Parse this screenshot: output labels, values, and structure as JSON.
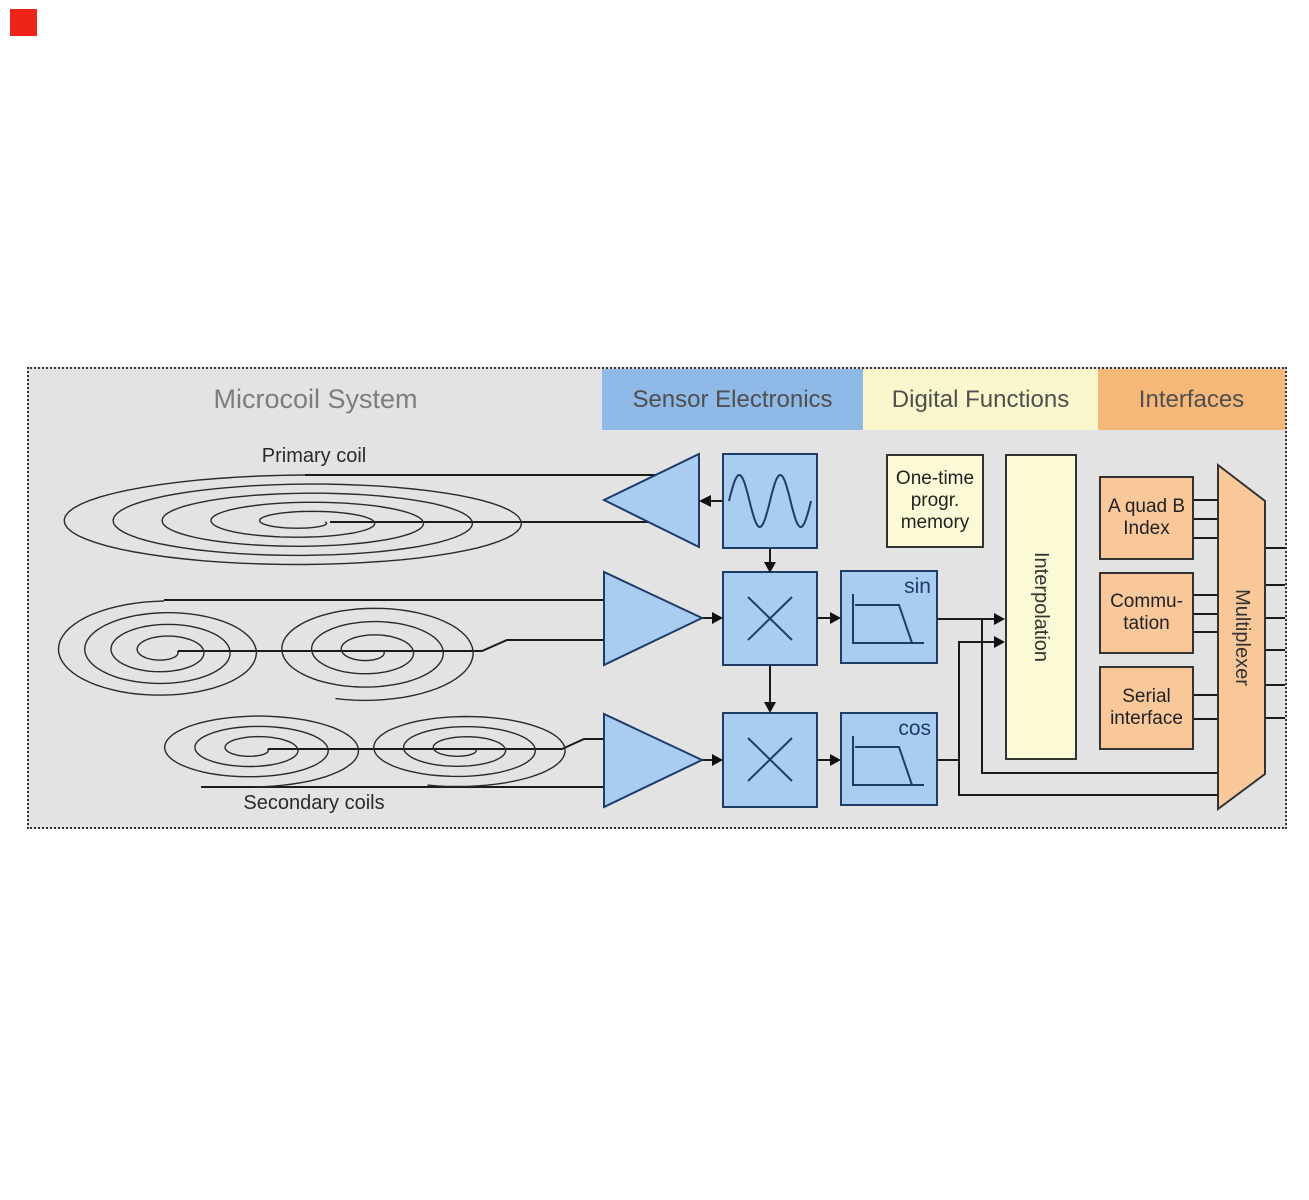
{
  "marker": {
    "color": "#ee2418"
  },
  "diagram": {
    "background": "#e3e3e3",
    "header": {
      "sections": [
        {
          "label": "Microcoil System"
        },
        {
          "label": "Sensor Electronics"
        },
        {
          "label": "Digital Functions"
        },
        {
          "label": "Interfaces"
        }
      ]
    },
    "coil_labels": {
      "primary": "Primary coil",
      "secondary": "Secondary coils"
    },
    "blocks": {
      "memory": {
        "lines": [
          "One-time",
          "progr.",
          "memory"
        ]
      },
      "interpolation": {
        "label": "Interpolation"
      },
      "sin_filter": {
        "label": "sin"
      },
      "cos_filter": {
        "label": "cos"
      },
      "a_quad_b": {
        "lines": [
          "A quad B",
          "Index"
        ]
      },
      "commutation": {
        "lines": [
          "Commu-",
          "tation"
        ]
      },
      "serial_interface": {
        "lines": [
          "Serial",
          "interface"
        ]
      },
      "multiplexer": {
        "label": "Multiplexer"
      }
    },
    "colors": {
      "sensor_blue_band": "#8fbae8",
      "digital_yellow_band": "#fbf7cc",
      "interface_orange_band": "#f5b879",
      "component_blue": "#a9cdf1",
      "component_blue_border": "#1f3c68",
      "component_yellow": "#fcfad6",
      "component_orange": "#f8c89b",
      "line": "#1a1a1a"
    }
  }
}
